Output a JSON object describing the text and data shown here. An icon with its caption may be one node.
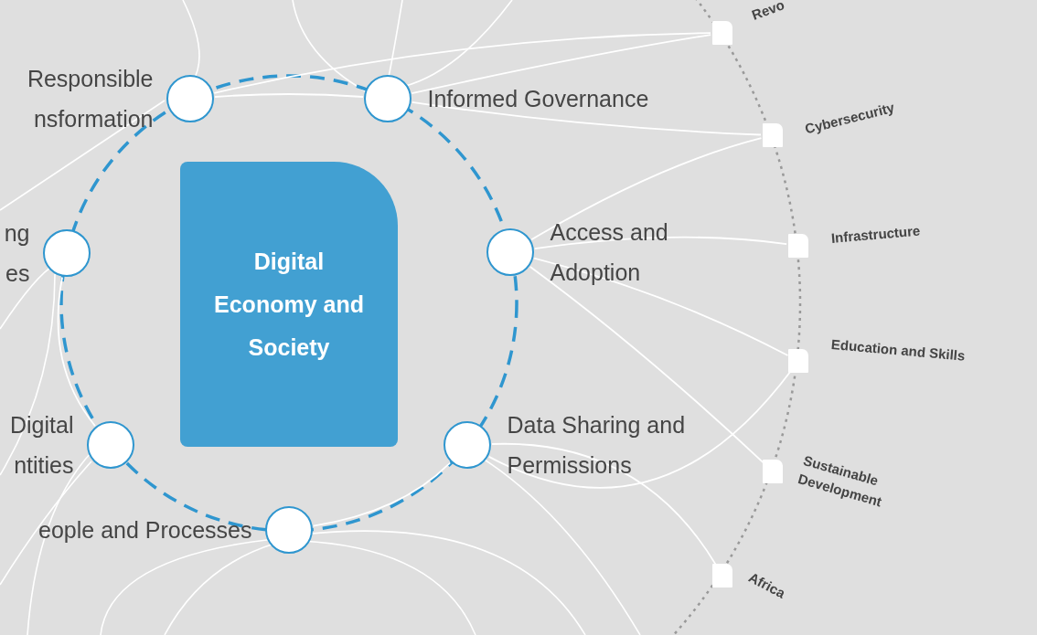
{
  "diagram": {
    "nodes": [
      {
        "text": [
          "Digital Economy and Society"
        ]
      },
      {
        "text": [
          "Responsible nsformation"
        ]
      },
      {
        "text": [
          "Informed Governance"
        ]
      },
      {
        "text": [
          "ng es"
        ]
      },
      {
        "text": [
          "Access and Adoption"
        ]
      },
      {
        "text": [
          "Digital ntities"
        ]
      },
      {
        "text": [
          "Data Sharing and Permissions"
        ]
      },
      {
        "text": [
          "eople and Processes"
        ]
      },
      {
        "text": [
          "Revo"
        ]
      },
      {
        "text": [
          "Cybersecurity"
        ]
      },
      {
        "text": [
          "Infrastructure"
        ]
      },
      {
        "text": [
          "Education and Skills"
        ]
      },
      {
        "text": [
          "Sustainable Development"
        ]
      },
      {
        "text": [
          "Africa"
        ]
      }
    ],
    "edges": [
      {
        "from": 2,
        "to": 8,
        "arrow": "none"
      },
      {
        "from": 2,
        "to": 9,
        "arrow": "none"
      },
      {
        "from": 1,
        "to": 8,
        "arrow": "none"
      },
      {
        "from": 4,
        "to": 9,
        "arrow": "none"
      },
      {
        "from": 4,
        "to": 10,
        "arrow": "none"
      },
      {
        "from": 4,
        "to": 11,
        "arrow": "none"
      },
      {
        "from": 4,
        "to": 12,
        "arrow": "none"
      },
      {
        "from": 6,
        "to": 11,
        "arrow": "none"
      },
      {
        "from": 6,
        "to": 13,
        "arrow": "none"
      },
      {
        "from": 1,
        "to": 2,
        "arrow": "none"
      },
      {
        "from": 3,
        "to": 5,
        "arrow": "none"
      },
      {
        "from": 7,
        "to": 6,
        "arrow": "none"
      }
    ]
  }
}
